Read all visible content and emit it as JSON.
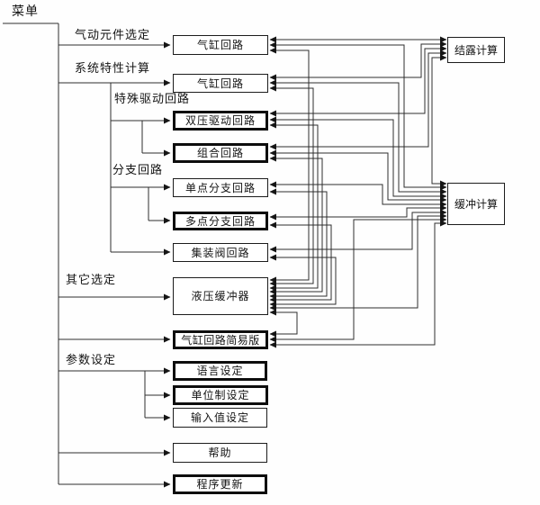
{
  "diagram": {
    "root_label": "菜单",
    "branch_labels": {
      "pneumatic_component_selection": "气动元件选定",
      "system_characteristics_calc": "系统特性计算",
      "special_drive_circuit": "特殊驱动回路",
      "branch_circuit": "分支回路",
      "other_selection": "其它选定",
      "parameter_setting": "参数设定"
    },
    "nodes": {
      "cylinder_circuit_1": "气缸回路",
      "cylinder_circuit_2": "气缸回路",
      "dual_pressure_drive_circuit": "双压驱动回路",
      "combination_circuit": "组合回路",
      "single_point_branch_circuit": "单点分支回路",
      "multi_point_branch_circuit": "多点分支回路",
      "manifold_valve_circuit": "集装阀回路",
      "hydraulic_shock_absorber": "液压缓冲器",
      "cylinder_circuit_simple": "气缸回路简易版",
      "language_setting": "语言设定",
      "unit_system_setting": "单位制设定",
      "input_value_setting": "输入值设定",
      "help": "帮助",
      "program_update": "程序更新",
      "dew_condensation_calc": "结露计算",
      "buffer_calc": "缓冲计算"
    },
    "line_color": "#2d2d2d"
  }
}
